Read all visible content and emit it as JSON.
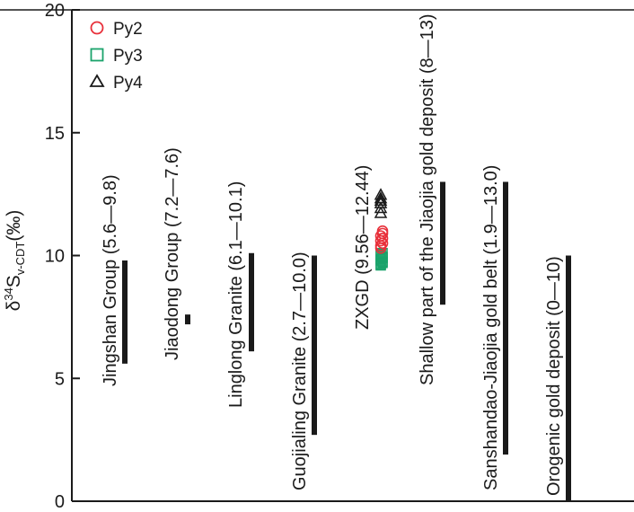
{
  "chart_data": {
    "type": "range",
    "y_axis": {
      "label_delta": "δ",
      "label_sup": "34",
      "label_main": "S",
      "label_sub": "v-CDT",
      "label_unit": "(‰)",
      "ylim": [
        0,
        20
      ],
      "ticks": [
        0,
        5,
        10,
        15,
        20
      ],
      "tick_labels": [
        "0",
        "5",
        "10",
        "15",
        "20"
      ]
    },
    "legend": {
      "position": "top-left",
      "entries": [
        {
          "name": "Py2",
          "marker": "circle",
          "color": "#e8303a"
        },
        {
          "name": "Py3",
          "marker": "square",
          "color": "#1aa36b"
        },
        {
          "name": "Py4",
          "marker": "triangle",
          "color": "#1a1a1a"
        }
      ]
    },
    "ranges": [
      {
        "label": "Jingshan Group (5.6—9.8)",
        "min": 5.6,
        "max": 9.8
      },
      {
        "label": "Jiaodong Group (7.2—7.6)",
        "min": 7.2,
        "max": 7.6
      },
      {
        "label": "Linglong Granite (6.1—10.1)",
        "min": 6.1,
        "max": 10.1
      },
      {
        "label": "Guojialing Granite (2.7—10.0)",
        "min": 2.7,
        "max": 10.0
      },
      {
        "label": "ZXGD (9.56—12.44)",
        "min": 9.56,
        "max": 12.44,
        "points": true
      },
      {
        "label": "Shallow part of the Jiaojia gold deposit (8—13)",
        "min": 8,
        "max": 13
      },
      {
        "label": "Sanshandao-Jiaojia gold belt (1.9—13.0)",
        "min": 1.9,
        "max": 13.0
      },
      {
        "label": "Orogenic gold deposit (0—10)",
        "min": 0,
        "max": 10
      }
    ],
    "points": {
      "Py2": [
        10.3,
        10.5,
        10.6,
        10.7,
        10.8,
        11.0,
        10.4,
        10.9
      ],
      "Py3": [
        9.6,
        9.7,
        9.8,
        9.9,
        10.0,
        10.1,
        9.65,
        9.75,
        9.85,
        9.95,
        10.05
      ],
      "Py4": [
        11.7,
        11.9,
        12.1,
        12.2,
        12.3,
        12.44
      ]
    },
    "colors": {
      "bar": "#1a1a1a",
      "axis": "#1a1a1a",
      "py2": "#e8303a",
      "py3": "#1aa36b",
      "py4": "#1a1a1a"
    }
  }
}
